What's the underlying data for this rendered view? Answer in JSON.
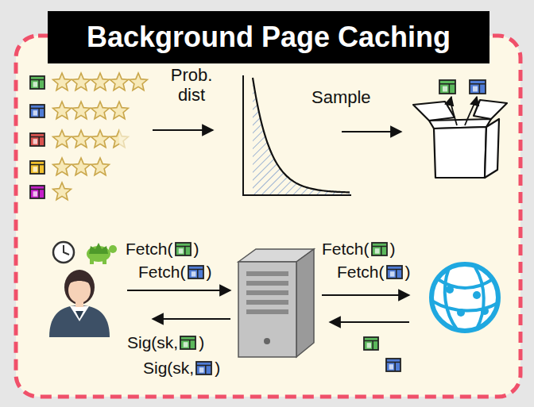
{
  "diagram": {
    "title": "Background Page Caching",
    "labels": [
      "Prob. dist",
      "Sample",
      "Fetch(",
      ")",
      "Fetch(",
      ")",
      "Sig(sk,",
      ")",
      "Sig(sk,",
      ")",
      "Fetch(",
      ")",
      "Fetch(",
      ")"
    ]
  }
}
